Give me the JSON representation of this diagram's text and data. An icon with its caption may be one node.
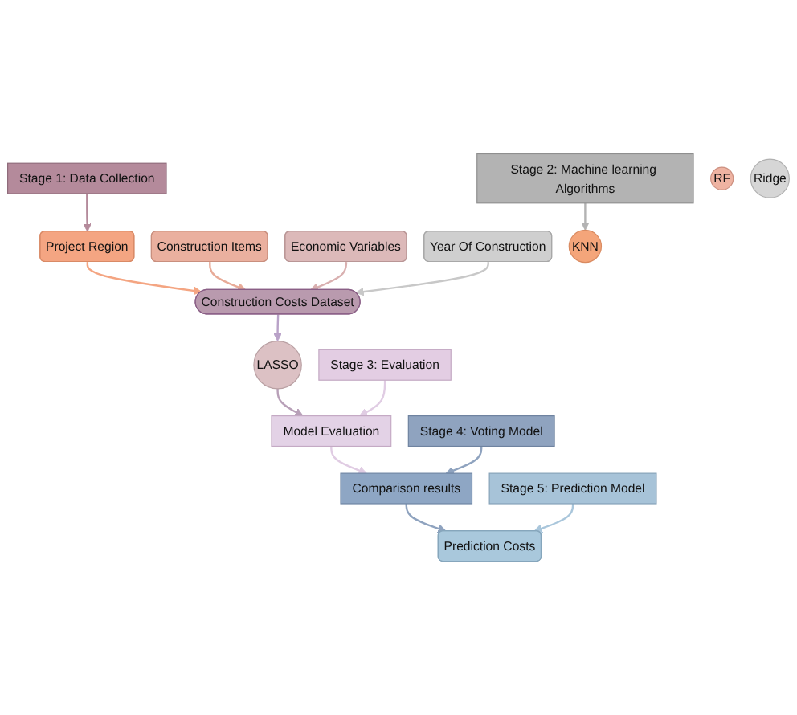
{
  "diagram": {
    "nodes": [
      {
        "text": [
          "Stage 1: Data Collection"
        ]
      },
      {
        "text": [
          "Project Region"
        ]
      },
      {
        "text": [
          "Construction Items"
        ]
      },
      {
        "text": [
          "Economic Variables"
        ]
      },
      {
        "text": [
          "Year Of Construction"
        ]
      },
      {
        "text": [
          "Construction Costs Dataset"
        ]
      },
      {
        "text": [
          "Stage 2: Machine learning Algorithms"
        ]
      },
      {
        "text": [
          "KNN"
        ]
      },
      {
        "text": [
          "RF"
        ]
      },
      {
        "text": [
          "LASSO"
        ]
      },
      {
        "text": [
          "Ridge"
        ]
      },
      {
        "text": [
          "Stage 3: Evaluation"
        ]
      },
      {
        "text": [
          "Model Evaluation"
        ]
      },
      {
        "text": [
          "Stage 4: Voting Model"
        ]
      },
      {
        "text": [
          "Comparison results"
        ]
      },
      {
        "text": [
          "Stage 5: Prediction Model"
        ]
      },
      {
        "text": [
          "Prediction Costs"
        ]
      }
    ],
    "edges": [
      {
        "from": 0,
        "to": 1,
        "arrow": "to",
        "color": "#b48a9b"
      },
      {
        "from": 1,
        "to": 5,
        "arrow": "to",
        "color": "#f4a582"
      },
      {
        "from": 2,
        "to": 5,
        "arrow": "to",
        "color": "#e8ab98"
      },
      {
        "from": 3,
        "to": 5,
        "arrow": "to",
        "color": "#d9b0b0"
      },
      {
        "from": 4,
        "to": 5,
        "arrow": "to",
        "color": "#c8c8c8"
      },
      {
        "from": 6,
        "to": 7,
        "arrow": "to",
        "color": "#b3b3b3"
      },
      {
        "from": 5,
        "to": 9,
        "arrow": "to",
        "color": "#b9a2c8"
      },
      {
        "from": 9,
        "to": 12,
        "arrow": "to",
        "color": "#b8a0b8"
      },
      {
        "from": 11,
        "to": 12,
        "arrow": "to",
        "color": "#e0cce3"
      },
      {
        "from": 12,
        "to": 14,
        "arrow": "to",
        "color": "#e0cce3"
      },
      {
        "from": 13,
        "to": 14,
        "arrow": "to",
        "color": "#8fa3bf"
      },
      {
        "from": 14,
        "to": 16,
        "arrow": "to",
        "color": "#8fa3bf"
      },
      {
        "from": 15,
        "to": 16,
        "arrow": "to",
        "color": "#a9c6db"
      }
    ]
  }
}
